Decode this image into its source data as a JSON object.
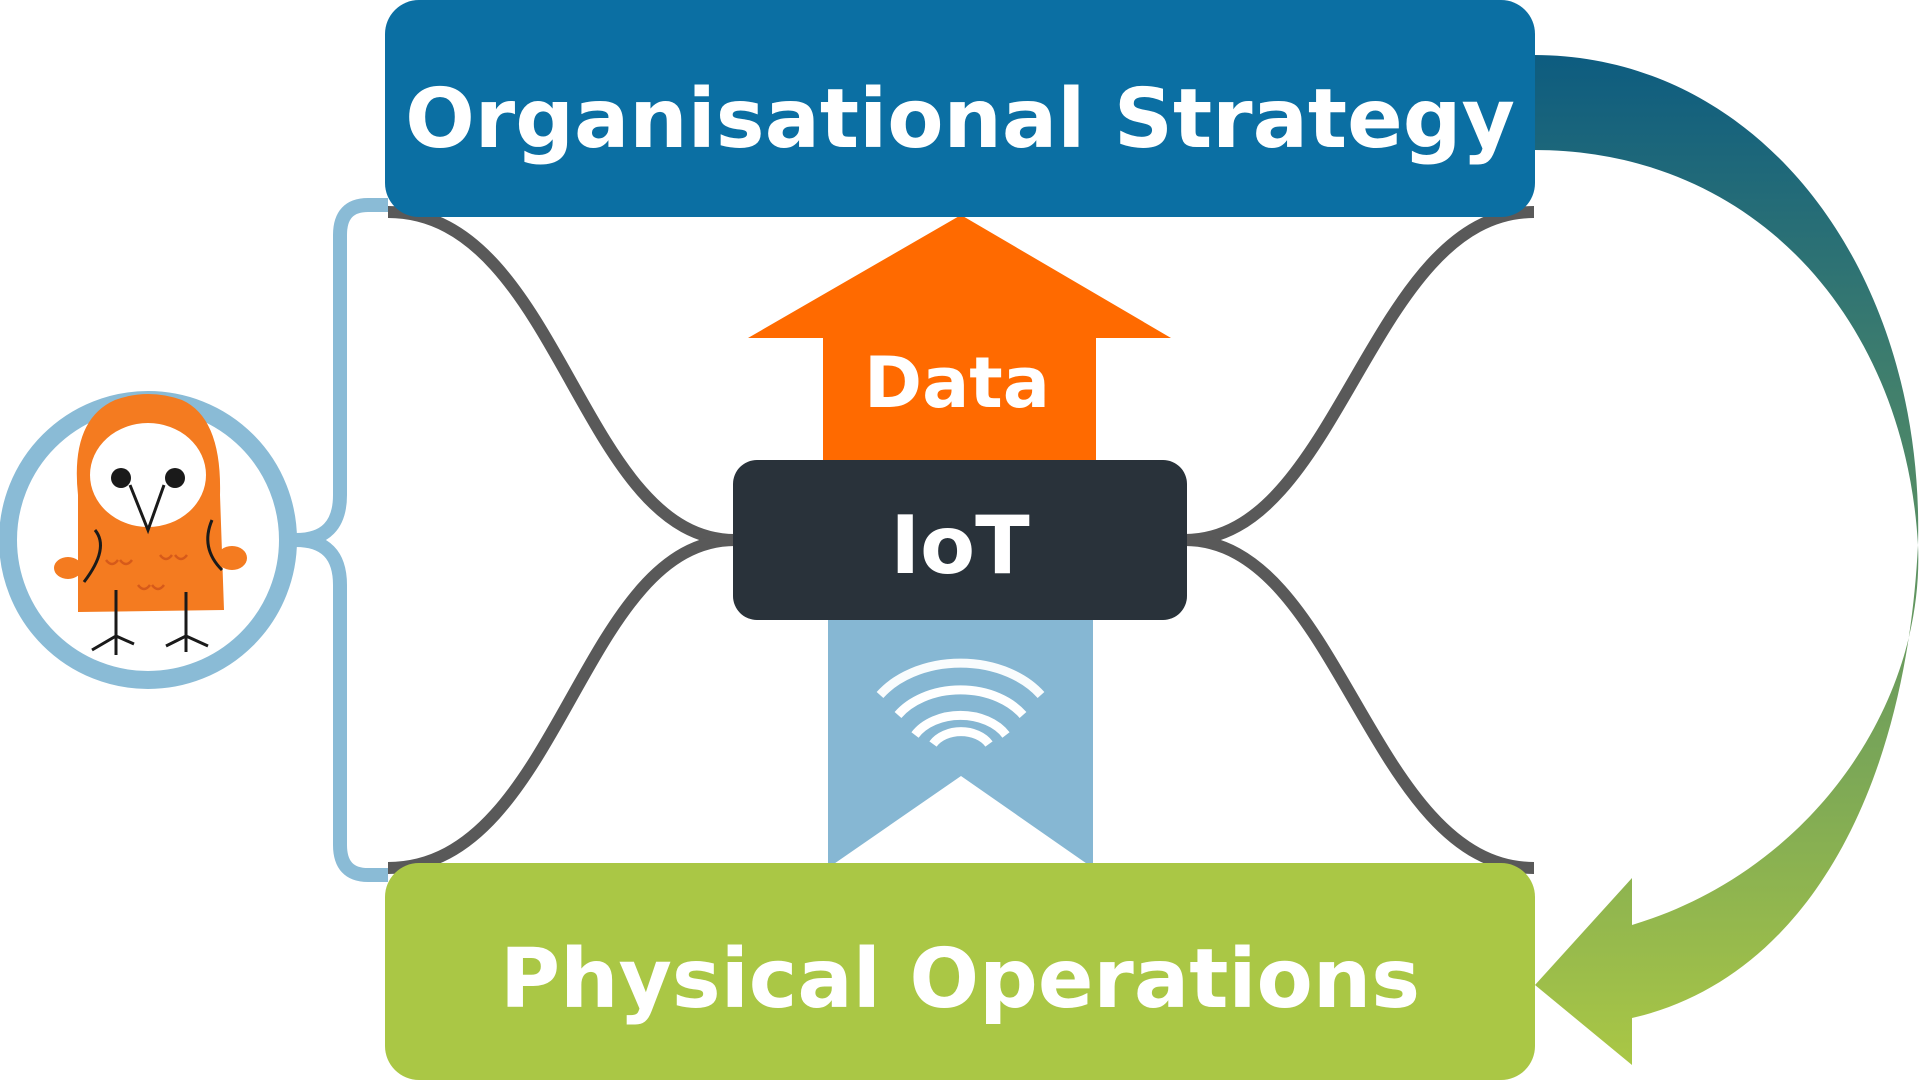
{
  "strategy_box": {
    "title": "Organisational Strategy",
    "color": "#0B6FA3"
  },
  "operations_box": {
    "title": "Physical Operations",
    "color": "#AAC745"
  },
  "iot_box": {
    "title": "IoT",
    "color": "#29323A"
  },
  "data_arrow": {
    "label": "Data",
    "color": "#FF6A00"
  },
  "signal_chevron": {
    "icon": "wifi-signal-icon",
    "color": "#86B7D3"
  },
  "connectors": {
    "color": "#595959"
  },
  "owl_badge": {
    "icon": "owl-mascot-icon",
    "ring_color": "#8ABBD6",
    "body_color": "#F47B20"
  },
  "feedback_arrow": {
    "icon": "curved-feedback-arrow-icon",
    "gradient_top": "#0D5C80",
    "gradient_bottom": "#AAC745"
  }
}
